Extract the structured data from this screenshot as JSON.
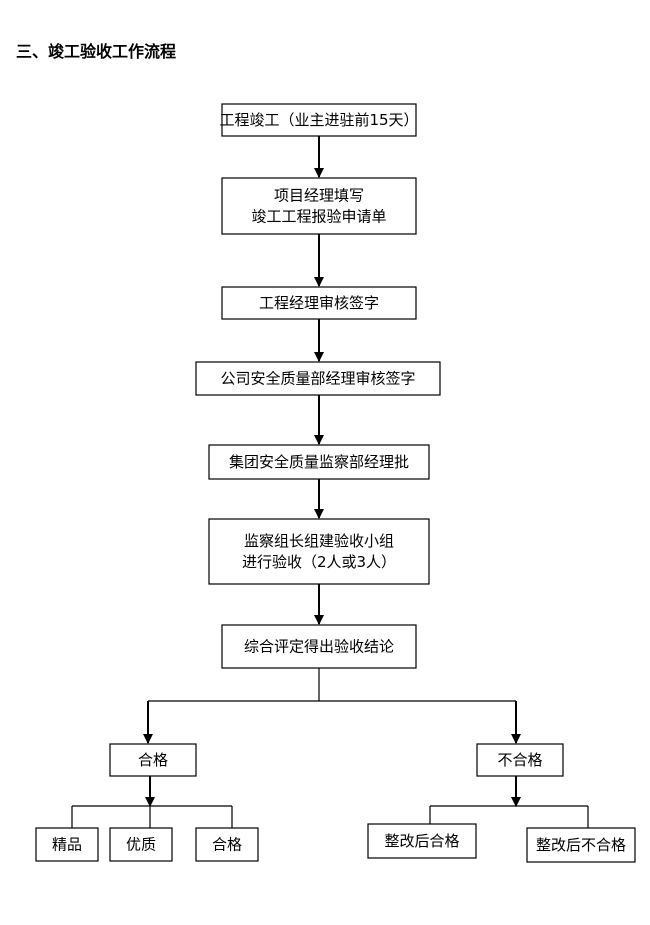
{
  "heading": "三、竣工验收工作流程",
  "nodes": {
    "completion": [
      "工程竣工（业主进驻前15天）"
    ],
    "fill_form": [
      "项目经理填写",
      "竣工工程报验申请单"
    ],
    "eng_manager": [
      "工程经理审核签字"
    ],
    "company_qa": [
      "公司安全质量部经理审核签字"
    ],
    "group_qa": [
      "集团安全质量监察部经理批"
    ],
    "team_form": [
      "监察组长组建验收小组",
      "进行验收（2人或3人）"
    ],
    "conclusion": [
      "综合评定得出验收结论"
    ],
    "pass": [
      "合格"
    ],
    "fail": [
      "不合格"
    ],
    "excellent": [
      "精品"
    ],
    "good": [
      "优质"
    ],
    "qualified": [
      "合格"
    ],
    "rectify_pass": [
      "整改后合格"
    ],
    "rectify_fail": [
      "整改后不合格"
    ]
  }
}
